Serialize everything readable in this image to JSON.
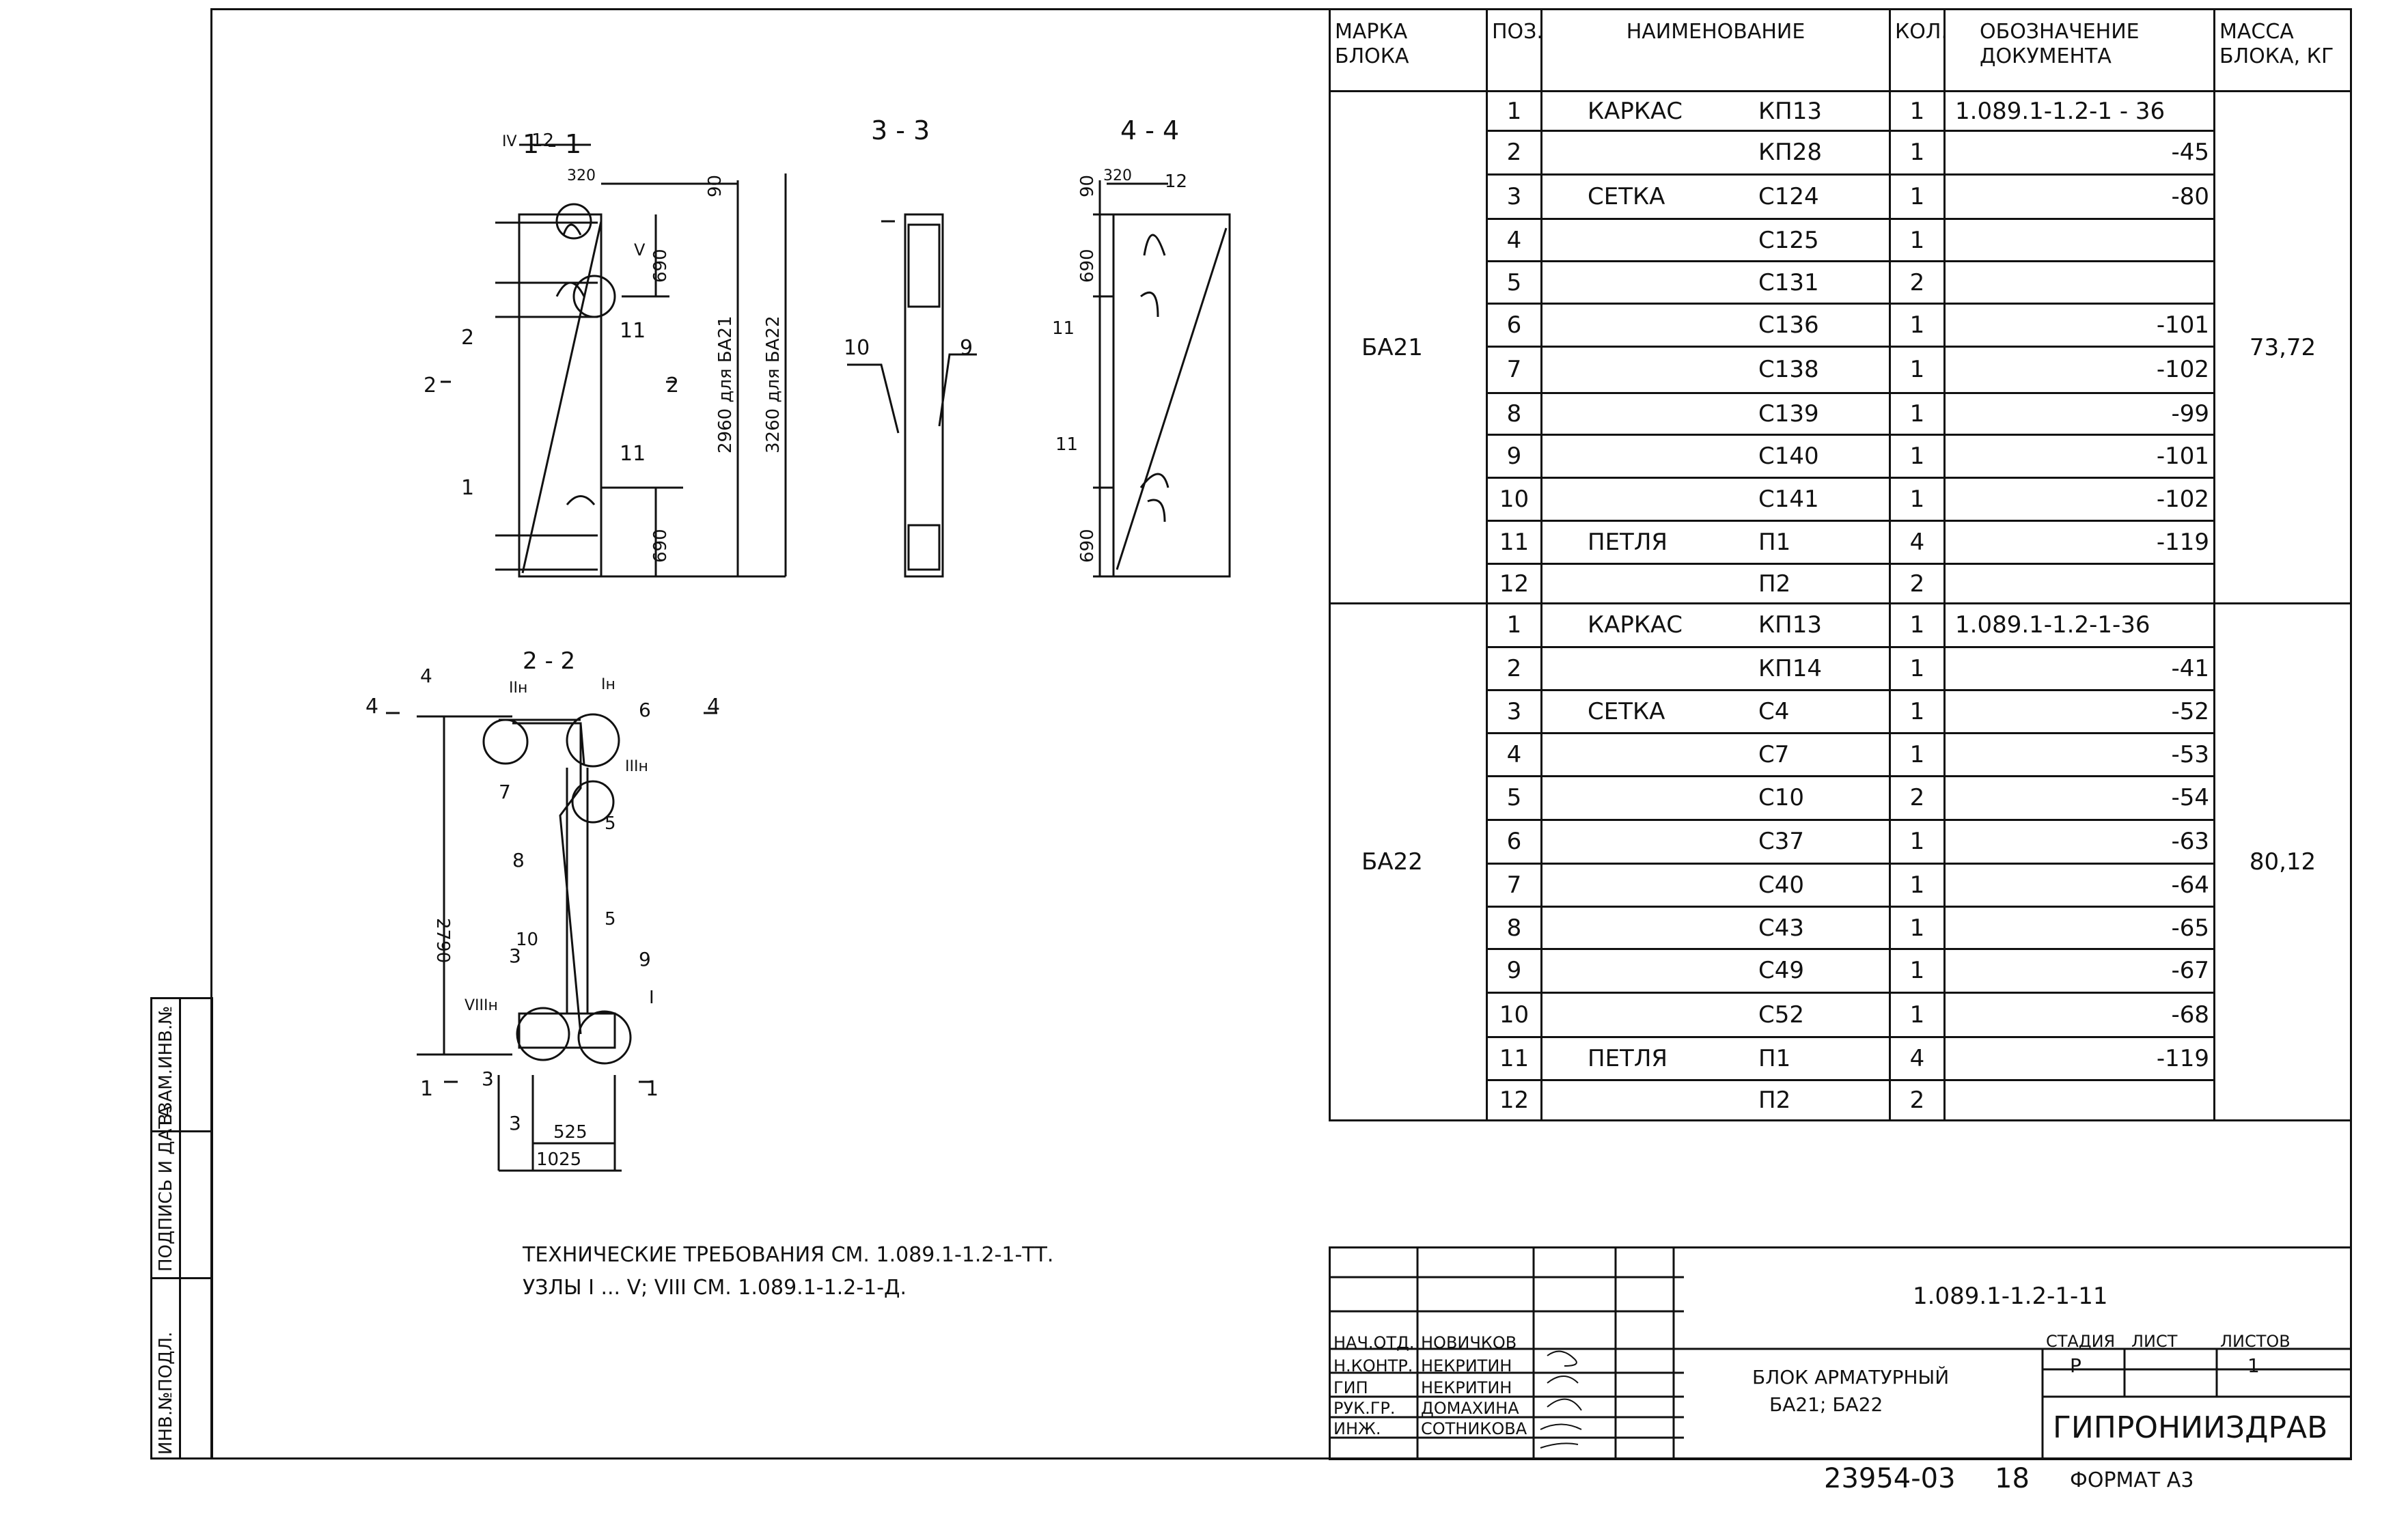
{
  "spec_table": {
    "headers": {
      "mark": "МАРКА БЛОКА",
      "pos": "ПОЗ.",
      "name": "НАИМЕНОВАНИЕ",
      "qty": "КОЛ.",
      "doc": "ОБОЗНАЧЕНИЕ ДОКУМЕНТА",
      "mass": "МАССА БЛОКА, КГ"
    },
    "groups": [
      {
        "mark": "БА21",
        "mass": "73,72",
        "rows": [
          {
            "pos": "1",
            "type": "КАРКАС",
            "name": "КП13",
            "qty": "1",
            "doc": "1.089.1-1.2-1 - 36"
          },
          {
            "pos": "2",
            "type": "",
            "name": "КП28",
            "qty": "1",
            "doc": "-45"
          },
          {
            "pos": "3",
            "type": "СЕТКА",
            "name": "С124",
            "qty": "1",
            "doc": "-80"
          },
          {
            "pos": "4",
            "type": "",
            "name": "С125",
            "qty": "1",
            "doc": ""
          },
          {
            "pos": "5",
            "type": "",
            "name": "С131",
            "qty": "2",
            "doc": ""
          },
          {
            "pos": "6",
            "type": "",
            "name": "С136",
            "qty": "1",
            "doc": "-101"
          },
          {
            "pos": "7",
            "type": "",
            "name": "С138",
            "qty": "1",
            "doc": "-102"
          },
          {
            "pos": "8",
            "type": "",
            "name": "С139",
            "qty": "1",
            "doc": "-99"
          },
          {
            "pos": "9",
            "type": "",
            "name": "С140",
            "qty": "1",
            "doc": "-101"
          },
          {
            "pos": "10",
            "type": "",
            "name": "С141",
            "qty": "1",
            "doc": "-102"
          },
          {
            "pos": "11",
            "type": "ПЕТЛЯ",
            "name": "П1",
            "qty": "4",
            "doc": "-119"
          },
          {
            "pos": "12",
            "type": "",
            "name": "П2",
            "qty": "2",
            "doc": ""
          }
        ]
      },
      {
        "mark": "БА22",
        "mass": "80,12",
        "rows": [
          {
            "pos": "1",
            "type": "КАРКАС",
            "name": "КП13",
            "qty": "1",
            "doc": "1.089.1-1.2-1-36"
          },
          {
            "pos": "2",
            "type": "",
            "name": "КП14",
            "qty": "1",
            "doc": "-41"
          },
          {
            "pos": "3",
            "type": "СЕТКА",
            "name": "С4",
            "qty": "1",
            "doc": "-52"
          },
          {
            "pos": "4",
            "type": "",
            "name": "С7",
            "qty": "1",
            "doc": "-53"
          },
          {
            "pos": "5",
            "type": "",
            "name": "С10",
            "qty": "2",
            "doc": "-54"
          },
          {
            "pos": "6",
            "type": "",
            "name": "С37",
            "qty": "1",
            "doc": "-63"
          },
          {
            "pos": "7",
            "type": "",
            "name": "С40",
            "qty": "1",
            "doc": "-64"
          },
          {
            "pos": "8",
            "type": "",
            "name": "С43",
            "qty": "1",
            "doc": "-65"
          },
          {
            "pos": "9",
            "type": "",
            "name": "С49",
            "qty": "1",
            "doc": "-67"
          },
          {
            "pos": "10",
            "type": "",
            "name": "С52",
            "qty": "1",
            "doc": "-68"
          },
          {
            "pos": "11",
            "type": "ПЕТЛЯ",
            "name": "П1",
            "qty": "4",
            "doc": "-119"
          },
          {
            "pos": "12",
            "type": "",
            "name": "П2",
            "qty": "2",
            "doc": ""
          }
        ]
      }
    ]
  },
  "sections": {
    "s11": "1 - 1",
    "s33": "3 - 3",
    "s44": "4 - 4",
    "s22": "2 - 2"
  },
  "dims": {
    "d320a": "320",
    "d90a": "90",
    "d690a": "690",
    "d2960": "2960 для БА21",
    "d3260": "3260 для БА22",
    "d690b": "690",
    "d90b": "90",
    "d320b": "320",
    "d690c": "690",
    "d690d": "690",
    "d2790": "2790",
    "d525": "525",
    "d1025": "1025"
  },
  "labels": {
    "n1": "1",
    "n2": "2",
    "n11": "11",
    "n12": "12",
    "r4": "IV",
    "r5": "V",
    "n10": "10",
    "n9": "9",
    "n12b": "12",
    "n11b": "11",
    "n11c": "11",
    "n11d": "11",
    "c2": "2",
    "c2b": "2",
    "c4": "4",
    "c4b": "4",
    "c1": "1",
    "c1b": "1",
    "c3": "3",
    "c3b": "3",
    "p4": "4",
    "p6": "6",
    "p7": "7",
    "p8": "8",
    "p5": "5",
    "p5b": "5",
    "p10": "10",
    "p9": "9",
    "p3": "3",
    "nII": "IIн",
    "nI": "Iн",
    "nIII": "IIIн",
    "nVIII": "VIIIн",
    "nIs": "I"
  },
  "notes": {
    "line1": "ТЕХНИЧЕСКИЕ ТРЕБОВАНИЯ СМ. 1.089.1-1.2-1-ТТ.",
    "line2": "УЗЛЫ I ... V; VIII СМ. 1.089.1-1.2-1-Д."
  },
  "side_stamp": {
    "inv_podl": "ИНВ.№ПОДЛ.",
    "podpis": "ПОДПИСЬ И ДАТА",
    "vzam": "ВЗАМ.ИНВ.№"
  },
  "title_block": {
    "doc_code": "1.089.1-1.2-1-11",
    "title1": "БЛОК АРМАТУРНЫЙ",
    "title2": "БА21; БА22",
    "stage_h": "СТАДИЯ",
    "sheet_h": "ЛИСТ",
    "sheets_h": "ЛИСТОВ",
    "stage": "Р",
    "sheet": "",
    "sheets": "1",
    "org": "ГИПРОНИИЗДРАВ",
    "staff": [
      {
        "role": "НАЧ.ОТД.",
        "name": "НОВИЧКОВ"
      },
      {
        "role": "Н.КОНТР.",
        "name": "НЕКРИТИН"
      },
      {
        "role": "ГИП",
        "name": "НЕКРИТИН"
      },
      {
        "role": "РУК.ГР.",
        "name": "ДОМАХИНА"
      },
      {
        "role": "ИНЖ.",
        "name": "СОТНИКОВА"
      }
    ]
  },
  "footer": {
    "archive": "23954-03",
    "page": "18",
    "format": "ФОРМАТ А3"
  }
}
